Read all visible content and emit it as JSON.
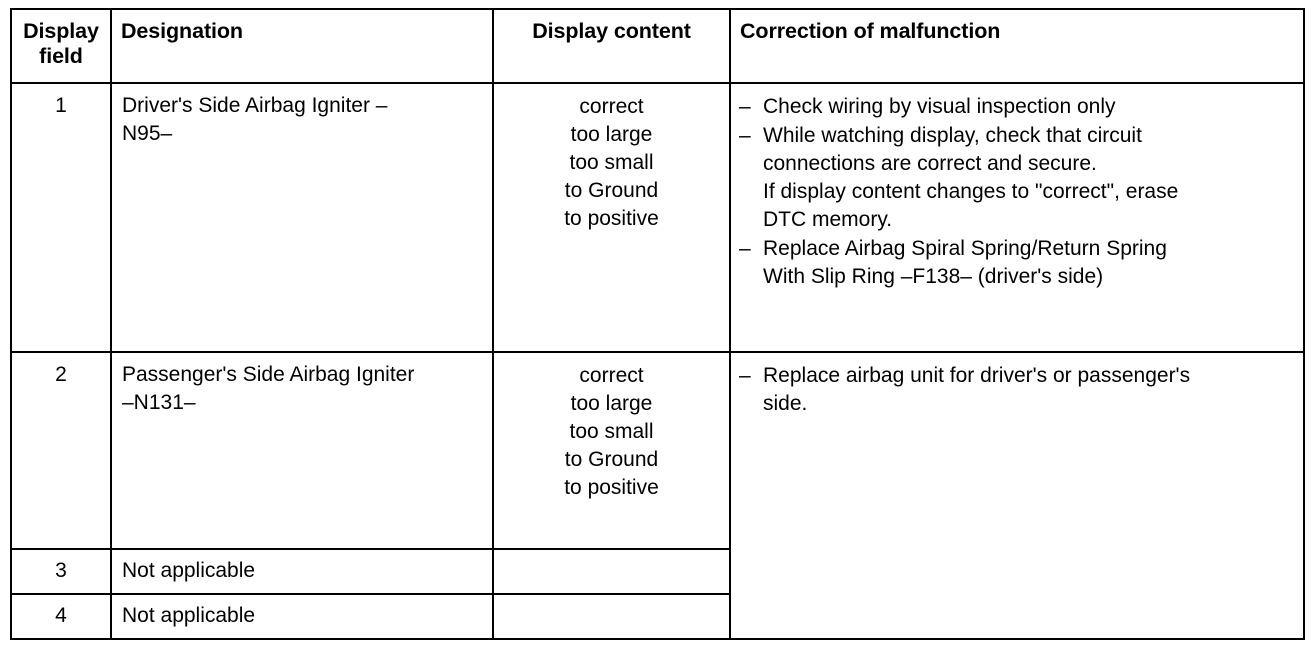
{
  "table": {
    "columns": [
      {
        "key": "display_field",
        "label": "Display\nfield",
        "align": "center"
      },
      {
        "key": "designation",
        "label": "Designation",
        "align": "left"
      },
      {
        "key": "display_content",
        "label": "Display content",
        "align": "center"
      },
      {
        "key": "correction",
        "label": "Correction of malfunction",
        "align": "left"
      }
    ],
    "rows": [
      {
        "display_field": "1",
        "designation": "Driver's Side Airbag Igniter –\nN95–",
        "display_content": "correct\ntoo large\ntoo small\nto Ground\nto positive",
        "correction_items": [
          {
            "dash": "–",
            "text": "Check wiring by visual inspection only",
            "sub": []
          },
          {
            "dash": "–",
            "text": "While watching display, check that circuit\nconnections are correct and secure.",
            "sub": [
              "If display content changes to \"correct\", erase\nDTC memory."
            ]
          },
          {
            "dash": "–",
            "text": "Replace Airbag Spiral Spring/Return Spring\nWith Slip Ring –F138– (driver's side)",
            "sub": []
          }
        ]
      },
      {
        "display_field": "2",
        "designation": "Passenger's Side Airbag Igniter\n–N131–",
        "display_content": "correct\ntoo large\ntoo small\nto Ground\nto positive",
        "correction_items": [
          {
            "dash": "–",
            "text": "Replace airbag unit for driver's or passenger's\nside.",
            "sub": []
          }
        ]
      },
      {
        "display_field": "3",
        "designation": "Not applicable",
        "display_content": "",
        "correction_items": []
      },
      {
        "display_field": "4",
        "designation": "Not applicable",
        "display_content": "",
        "correction_items": []
      }
    ]
  }
}
